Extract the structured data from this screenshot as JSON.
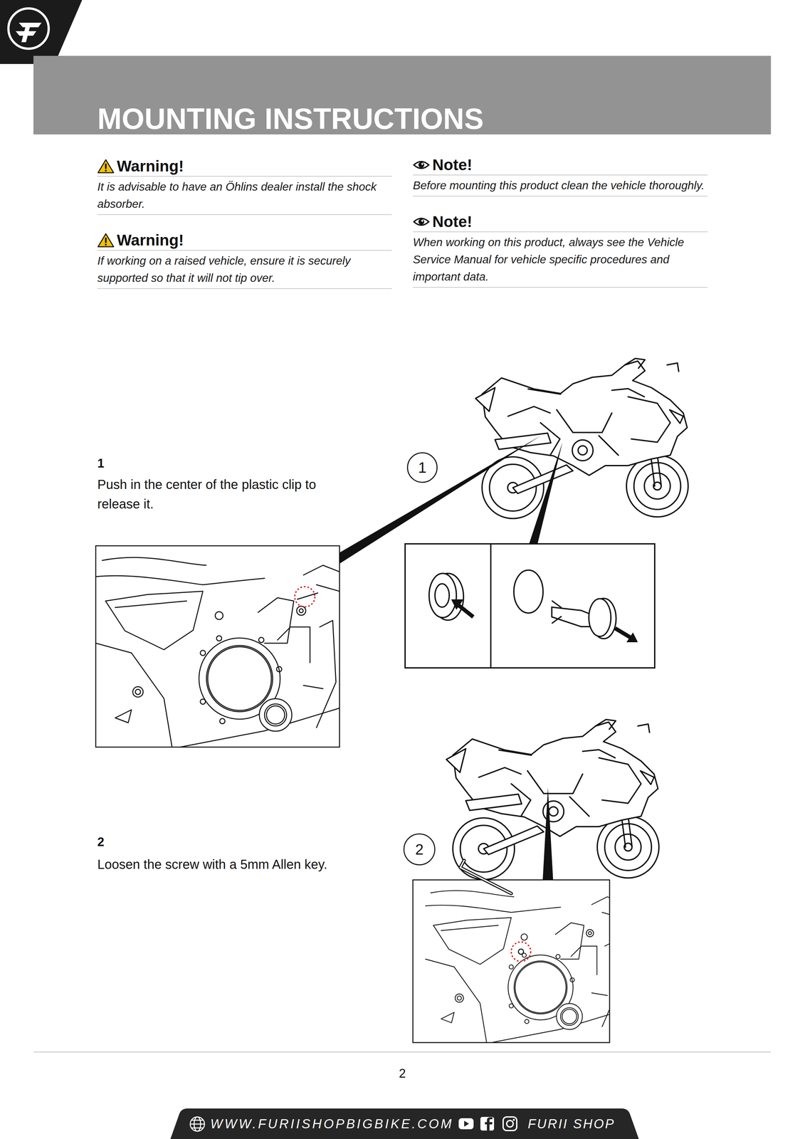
{
  "diagram": {
    "title": "MOUNTING INSTRUCTIONS",
    "nodes": [
      {
        "text": [
          "1"
        ]
      },
      {
        "text": [
          "2"
        ]
      }
    ],
    "labels": [
      "Warning!",
      "It is advisable to have an Öhlins dealer install the shock absorber.",
      "Warning!",
      "If working on a raised vehicle, ensure it is securely supported so that it will not tip over.",
      "Note!",
      "Before mounting this product clean the vehicle thoroughly.",
      "Note!",
      "When working on this product, always see the Vehicle Service Manual for vehicle specific procedures and important data.",
      "1",
      "Push in the center of the plastic clip to release it.",
      "2",
      "Loosen the screw with a 5mm Allen key.",
      "2",
      "WWW.FURIISHOPBIGBIKE.COM",
      "FURII SHOP"
    ]
  }
}
